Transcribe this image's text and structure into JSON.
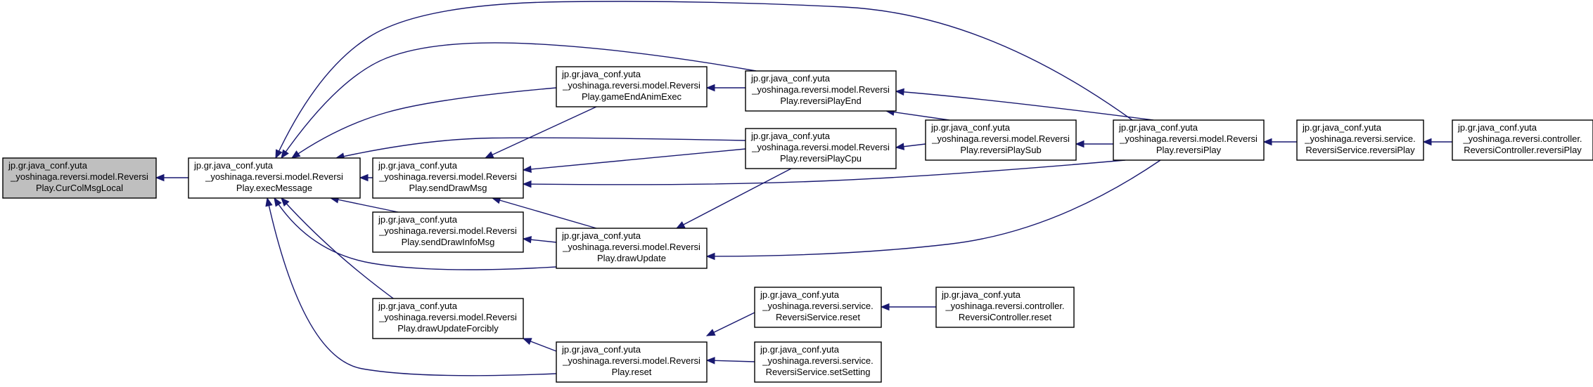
{
  "diagram": {
    "nodes": [
      {
        "id": "curcol",
        "lines": [
          "jp.gr.java_conf.yuta",
          "_yoshinaga.reversi.model.Reversi",
          "Play.CurColMsgLocal"
        ],
        "highlighted": true
      },
      {
        "id": "execmessage",
        "lines": [
          "jp.gr.java_conf.yuta",
          "_yoshinaga.reversi.model.Reversi",
          "Play.execMessage"
        ]
      },
      {
        "id": "senddrawmsg",
        "lines": [
          "jp.gr.java_conf.yuta",
          "_yoshinaga.reversi.model.Reversi",
          "Play.sendDrawMsg"
        ]
      },
      {
        "id": "senddrawinfomsg",
        "lines": [
          "jp.gr.java_conf.yuta",
          "_yoshinaga.reversi.model.Reversi",
          "Play.sendDrawInfoMsg"
        ]
      },
      {
        "id": "drawupdateforcibly",
        "lines": [
          "jp.gr.java_conf.yuta",
          "_yoshinaga.reversi.model.Reversi",
          "Play.drawUpdateForcibly"
        ]
      },
      {
        "id": "gameendanimexec",
        "lines": [
          "jp.gr.java_conf.yuta",
          "_yoshinaga.reversi.model.Reversi",
          "Play.gameEndAnimExec"
        ]
      },
      {
        "id": "drawupdate",
        "lines": [
          "jp.gr.java_conf.yuta",
          "_yoshinaga.reversi.model.Reversi",
          "Play.drawUpdate"
        ]
      },
      {
        "id": "reset",
        "lines": [
          "jp.gr.java_conf.yuta",
          "_yoshinaga.reversi.model.Reversi",
          "Play.reset"
        ]
      },
      {
        "id": "reversiplayend",
        "lines": [
          "jp.gr.java_conf.yuta",
          "_yoshinaga.reversi.model.Reversi",
          "Play.reversiPlayEnd"
        ]
      },
      {
        "id": "reversiplaycpu",
        "lines": [
          "jp.gr.java_conf.yuta",
          "_yoshinaga.reversi.model.Reversi",
          "Play.reversiPlayCpu"
        ]
      },
      {
        "id": "service_reset",
        "lines": [
          "jp.gr.java_conf.yuta",
          "_yoshinaga.reversi.service.",
          "ReversiService.reset"
        ]
      },
      {
        "id": "service_setsetting",
        "lines": [
          "jp.gr.java_conf.yuta",
          "_yoshinaga.reversi.service.",
          "ReversiService.setSetting"
        ]
      },
      {
        "id": "reversiplaysub",
        "lines": [
          "jp.gr.java_conf.yuta",
          "_yoshinaga.reversi.model.Reversi",
          "Play.reversiPlaySub"
        ]
      },
      {
        "id": "controller_reset",
        "lines": [
          "jp.gr.java_conf.yuta",
          "_yoshinaga.reversi.controller.",
          "ReversiController.reset"
        ]
      },
      {
        "id": "reversiplay",
        "lines": [
          "jp.gr.java_conf.yuta",
          "_yoshinaga.reversi.model.Reversi",
          "Play.reversiPlay"
        ]
      },
      {
        "id": "service_reversiplay",
        "lines": [
          "jp.gr.java_conf.yuta",
          "_yoshinaga.reversi.service.",
          "ReversiService.reversiPlay"
        ]
      },
      {
        "id": "controller_reversiplay",
        "lines": [
          "jp.gr.java_conf.yuta",
          "_yoshinaga.reversi.controller.",
          "ReversiController.reversiPlay"
        ]
      }
    ],
    "edges": [
      {
        "from": "execmessage",
        "to": "curcol"
      },
      {
        "from": "senddrawmsg",
        "to": "execmessage"
      },
      {
        "from": "senddrawinfomsg",
        "to": "execmessage"
      },
      {
        "from": "drawupdateforcibly",
        "to": "execmessage"
      },
      {
        "from": "gameendanimexec",
        "to": "execmessage"
      },
      {
        "from": "reversiplayend",
        "to": "execmessage"
      },
      {
        "from": "reversiplaycpu",
        "to": "execmessage"
      },
      {
        "from": "drawupdate",
        "to": "execmessage"
      },
      {
        "from": "reset",
        "to": "execmessage"
      },
      {
        "from": "reversiplay",
        "to": "execmessage"
      },
      {
        "from": "gameendanimexec",
        "to": "senddrawmsg"
      },
      {
        "from": "drawupdate",
        "to": "senddrawmsg"
      },
      {
        "from": "reversiplaycpu",
        "to": "senddrawmsg"
      },
      {
        "from": "reversiplay",
        "to": "senddrawmsg"
      },
      {
        "from": "drawupdate",
        "to": "senddrawinfomsg"
      },
      {
        "from": "reset",
        "to": "drawupdateforcibly"
      },
      {
        "from": "reversiplayend",
        "to": "gameendanimexec"
      },
      {
        "from": "reversiplaycpu",
        "to": "drawupdate"
      },
      {
        "from": "reversiplay",
        "to": "drawupdate"
      },
      {
        "from": "service_reset",
        "to": "reset"
      },
      {
        "from": "service_setsetting",
        "to": "reset"
      },
      {
        "from": "reversiplaysub",
        "to": "reversiplayend"
      },
      {
        "from": "reversiplay",
        "to": "reversiplayend"
      },
      {
        "from": "reversiplaysub",
        "to": "reversiplaycpu"
      },
      {
        "from": "controller_reset",
        "to": "service_reset"
      },
      {
        "from": "reversiplay",
        "to": "reversiplaysub"
      },
      {
        "from": "service_reversiplay",
        "to": "reversiplay"
      },
      {
        "from": "controller_reversiplay",
        "to": "service_reversiplay"
      }
    ]
  }
}
